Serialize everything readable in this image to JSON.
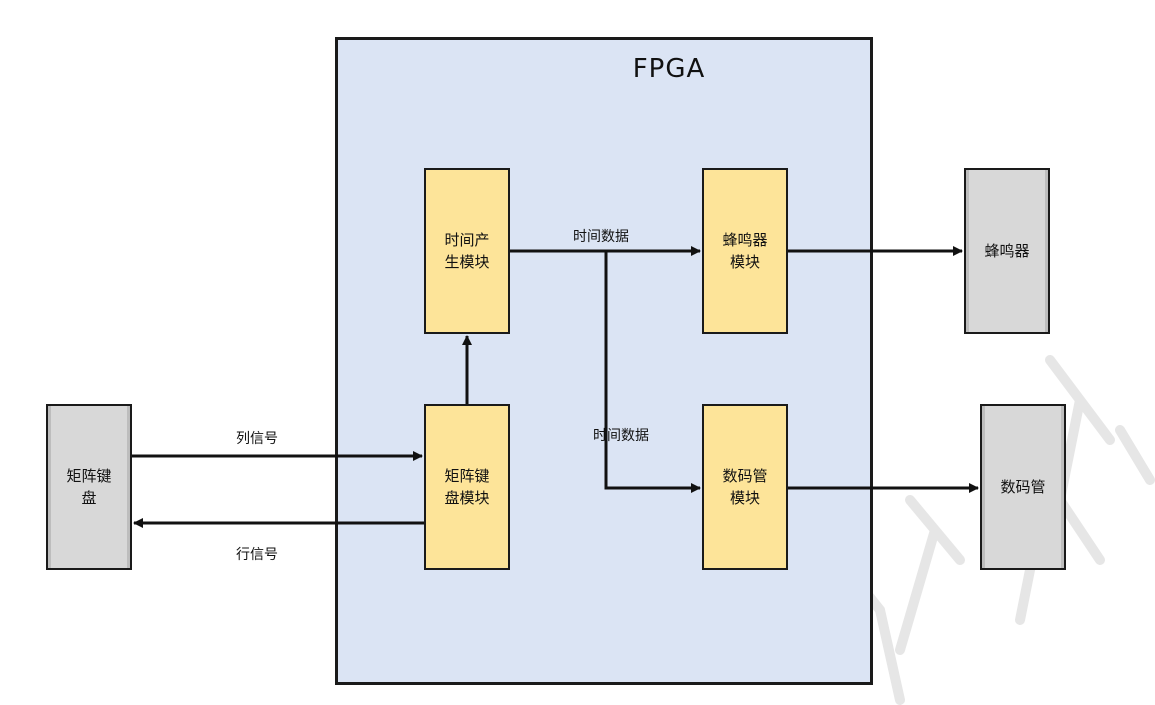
{
  "fpga": {
    "title": "FPGA"
  },
  "modules": {
    "time_gen": "时间产\n生模块",
    "keyboard_mod": "矩阵键\n盘模块",
    "buzzer_mod": "蜂鸣器\n模块",
    "display_mod": "数码管\n模块"
  },
  "external": {
    "keyboard": "矩阵键\n盘",
    "buzzer": "蜂鸣器",
    "display": "数码管"
  },
  "labels": {
    "column_signal": "列信号",
    "row_signal": "行信号",
    "time_data_1": "时间数据",
    "time_data_2": "时间数据"
  },
  "colors": {
    "fpga_fill": "#dbe4f4",
    "module_fill": "#fde499",
    "external_fill": "#d8d8d8"
  }
}
